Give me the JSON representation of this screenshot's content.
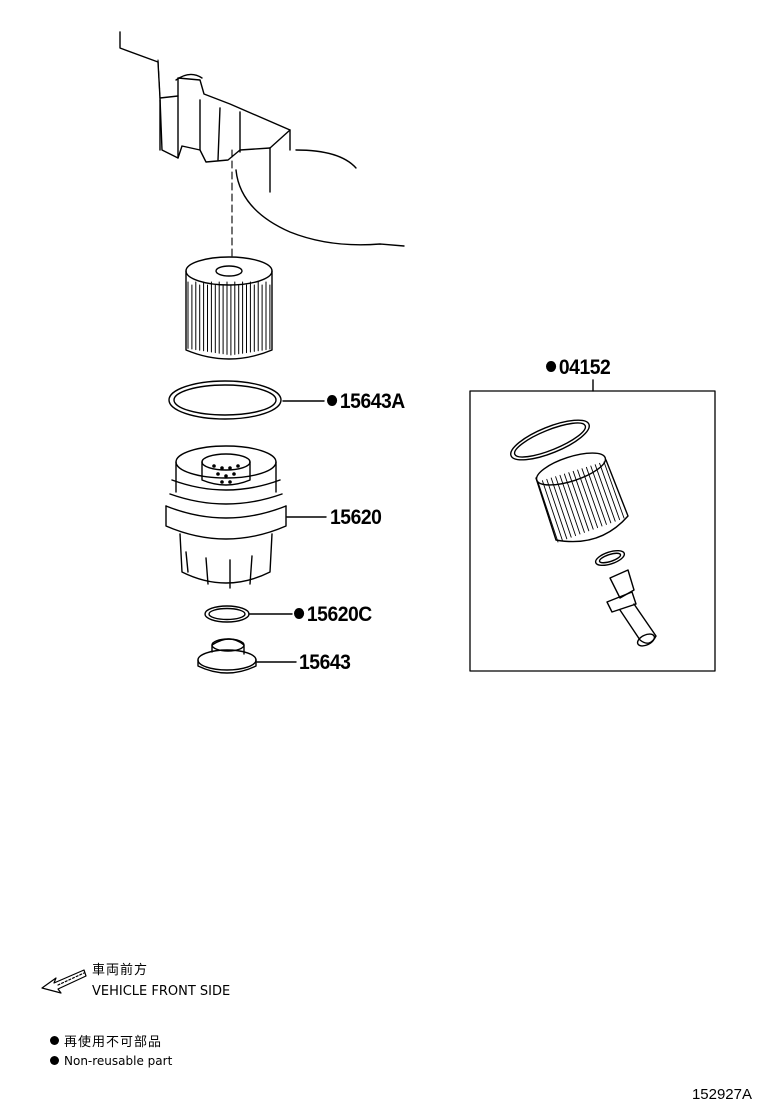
{
  "parts": {
    "gasket_large": {
      "number": "15643A",
      "non_reusable": true
    },
    "filter_cap": {
      "number": "15620",
      "non_reusable": false
    },
    "o_ring_small": {
      "number": "15620C",
      "non_reusable": true
    },
    "drain_plug": {
      "number": "15643",
      "non_reusable": false
    },
    "element_kit": {
      "number": "04152",
      "non_reusable": true
    }
  },
  "direction": {
    "label_jp": "車両前方",
    "label_en": "VEHICLE FRONT SIDE"
  },
  "legend": {
    "label_jp": "再使用不可部品",
    "label_en": "Non-reusable part"
  },
  "figure_id": "152927A"
}
